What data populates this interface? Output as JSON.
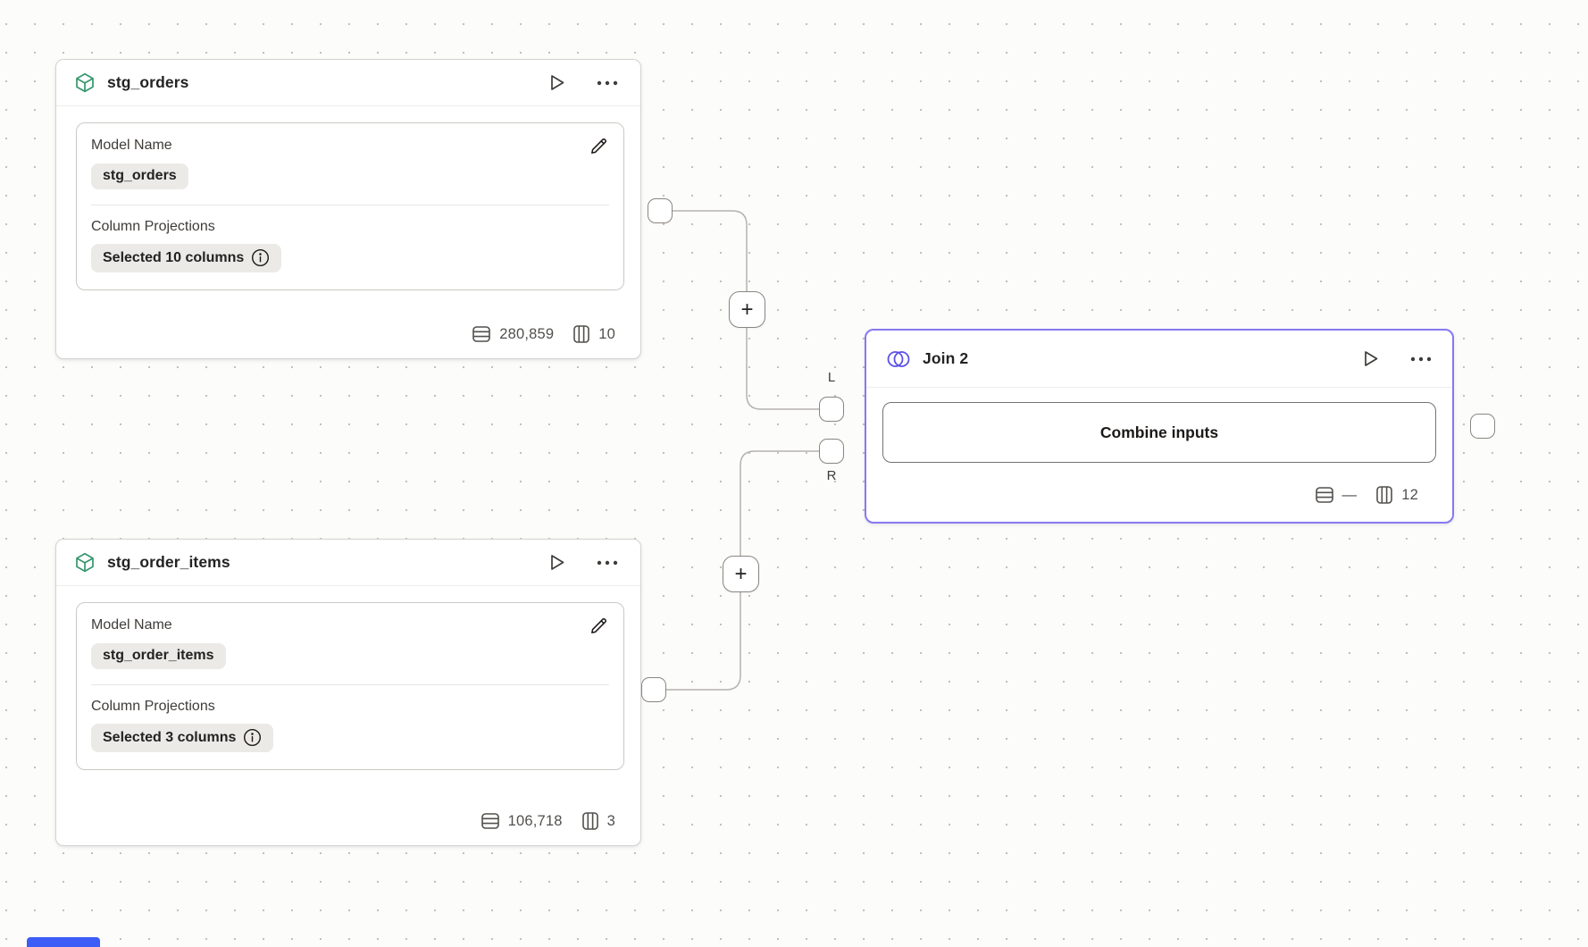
{
  "canvas": {
    "background_color": "#fcfcfb",
    "dot_color": "#c3c1be",
    "edge_color": "#b5b2ae",
    "selection_color": "#8779f2",
    "offscreen_node_color": "#3d5ef6"
  },
  "nodes": {
    "stg_orders": {
      "title": "stg_orders",
      "icon": "cube-icon",
      "icon_color": "#35976d",
      "model_name_label": "Model Name",
      "model_name_value": "stg_orders",
      "projections_label": "Column Projections",
      "projections_value": "Selected 10 columns",
      "row_count": "280,859",
      "column_count": "10"
    },
    "stg_order_items": {
      "title": "stg_order_items",
      "icon": "cube-icon",
      "icon_color": "#35976d",
      "model_name_label": "Model Name",
      "model_name_value": "stg_order_items",
      "projections_label": "Column Projections",
      "projections_value": "Selected 3 columns",
      "row_count": "106,718",
      "column_count": "3"
    },
    "join": {
      "title": "Join 2",
      "icon": "venn-icon",
      "icon_color": "#5b51e8",
      "button_label": "Combine inputs",
      "row_count": "—",
      "column_count": "12"
    }
  },
  "ports": {
    "left_input_label": "L",
    "right_input_label": "R"
  },
  "edge_buttons": {
    "add_label": "+"
  }
}
